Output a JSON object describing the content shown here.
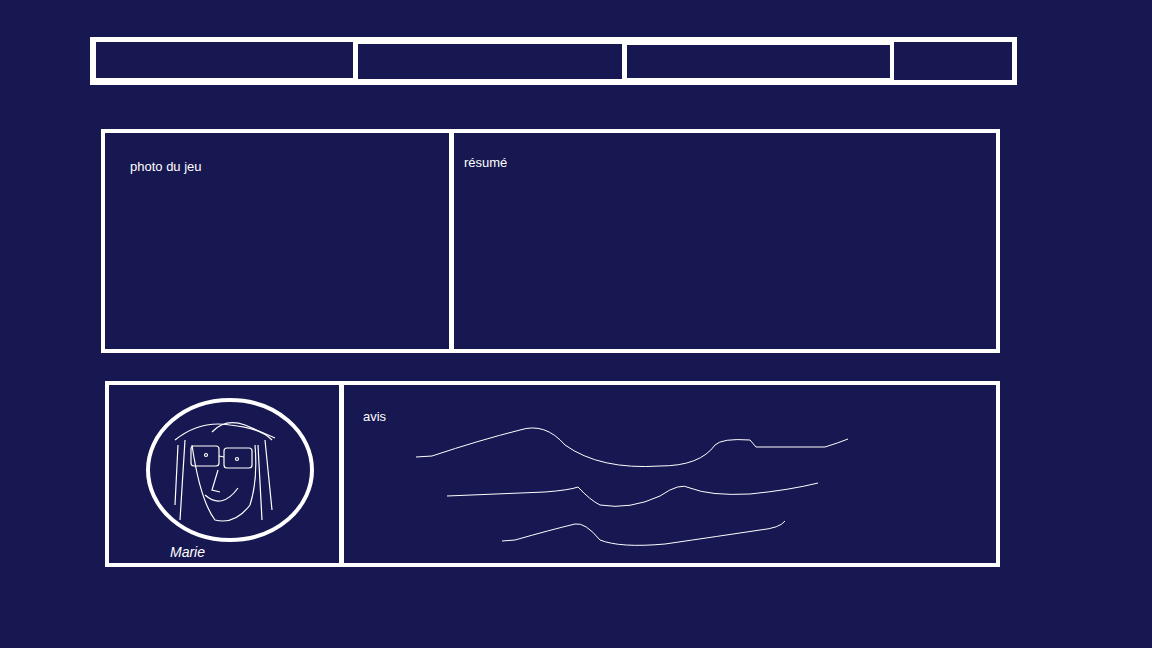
{
  "diagram": {
    "nodes": [
      {
        "text": [
          "photo du jeu"
        ]
      },
      {
        "text": [
          "résumé"
        ]
      },
      {
        "text": [
          "Marie"
        ]
      },
      {
        "text": [
          "avis"
        ]
      }
    ]
  }
}
